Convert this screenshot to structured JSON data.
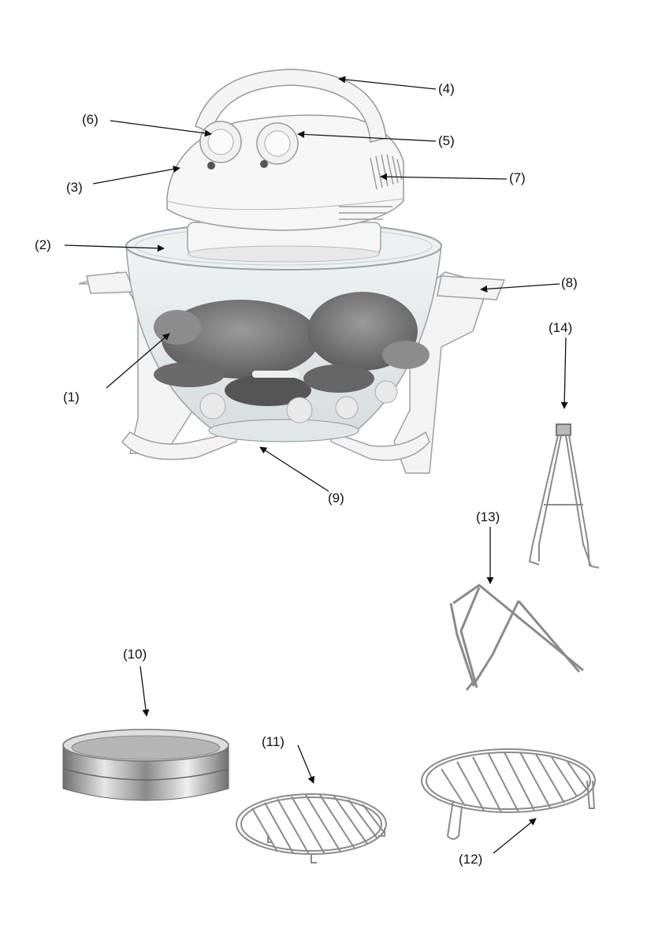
{
  "callouts": {
    "c1": "(1)",
    "c2": "(2)",
    "c3": "(3)",
    "c4": "(4)",
    "c5": "(5)",
    "c6": "(6)",
    "c7": "(7)",
    "c8": "(8)",
    "c9": "(9)",
    "c10": "(10)",
    "c11": "(11)",
    "c12": "(12)",
    "c13": "(13)",
    "c14": "(14)"
  },
  "colors": {
    "appliance_white": "#f4f4f4",
    "outline": "#9a9a9a",
    "glass": "#e4e8ea",
    "steel": "#a8a8a8",
    "food": "#7d7d7d"
  },
  "icons": {
    "oven": "halogen-oven",
    "ring": "extender-ring",
    "low_rack": "low-rack",
    "high_rack": "high-rack",
    "lifter": "rack-lifter",
    "tongs": "tongs"
  }
}
